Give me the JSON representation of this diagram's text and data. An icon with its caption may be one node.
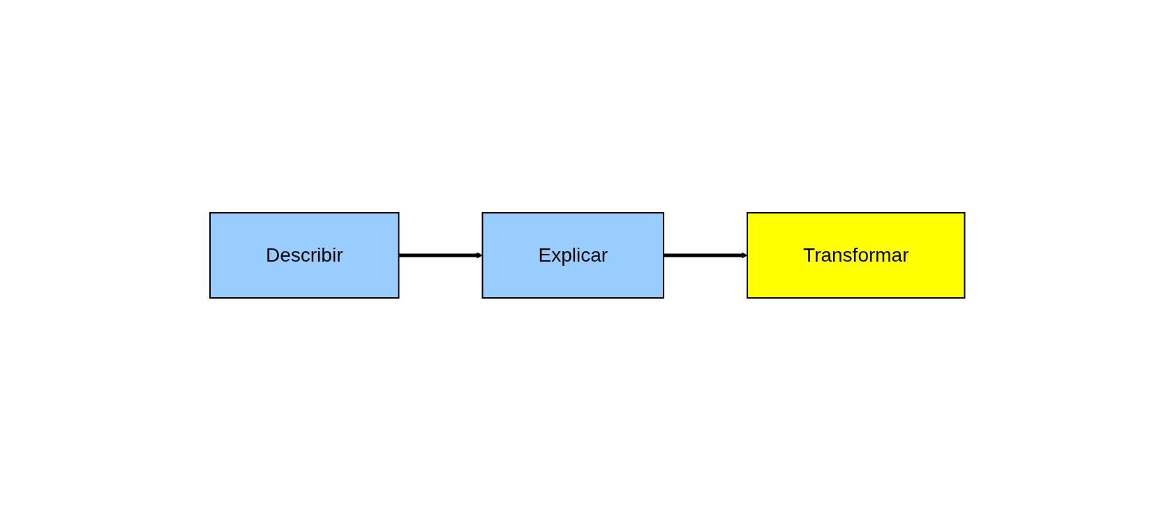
{
  "diagram": {
    "nodes": [
      {
        "text": [
          "Describir"
        ]
      },
      {
        "text": [
          "Explicar"
        ]
      },
      {
        "text": [
          "Transformar"
        ]
      }
    ],
    "edges": [
      {
        "from": 0,
        "to": 1,
        "arrow": "to"
      },
      {
        "from": 1,
        "to": 2,
        "arrow": "to"
      }
    ]
  }
}
